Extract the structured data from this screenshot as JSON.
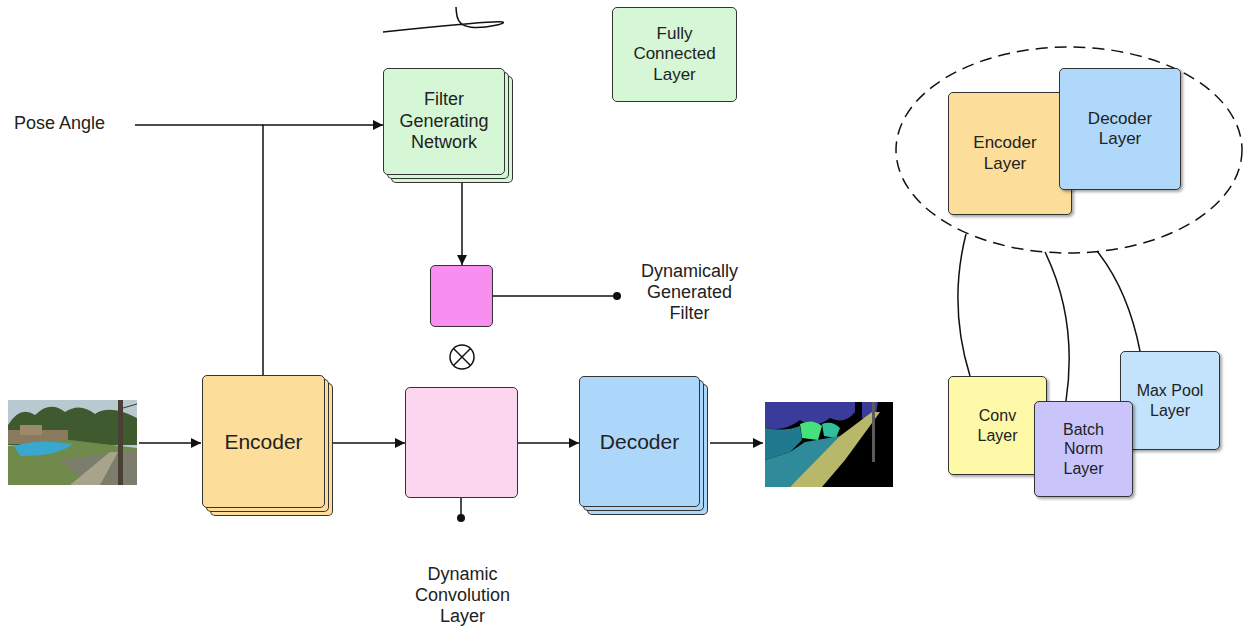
{
  "diagram": {
    "nodes": [
      {
        "text": [
          "Filter Generating Network"
        ]
      },
      {
        "text": [
          "Fully Connected Layer"
        ]
      },
      {
        "text": [
          "Dynamically Generated Filter"
        ]
      },
      {
        "text": [
          "Encoder"
        ]
      },
      {
        "text": [
          "Dynamic Convolution Layer"
        ]
      },
      {
        "text": [
          "Decoder"
        ]
      },
      {
        "text": [
          "Encoder Layer"
        ]
      },
      {
        "text": [
          "Decoder Layer"
        ]
      },
      {
        "text": [
          "Conv Layer"
        ]
      },
      {
        "text": [
          "Batch Norm Layer"
        ]
      },
      {
        "text": [
          "Max Pool Layer"
        ]
      }
    ],
    "edges": [
      {
        "from": 3,
        "to": 0,
        "arrow": "to"
      },
      {
        "from": 1,
        "to": 0,
        "arrow": "none"
      },
      {
        "from": 0,
        "to": 2,
        "arrow": "to"
      },
      {
        "from": 3,
        "to": 4,
        "arrow": "to"
      },
      {
        "from": 4,
        "to": 5,
        "arrow": "to"
      }
    ],
    "labels": [
      "Pose Angle"
    ]
  }
}
